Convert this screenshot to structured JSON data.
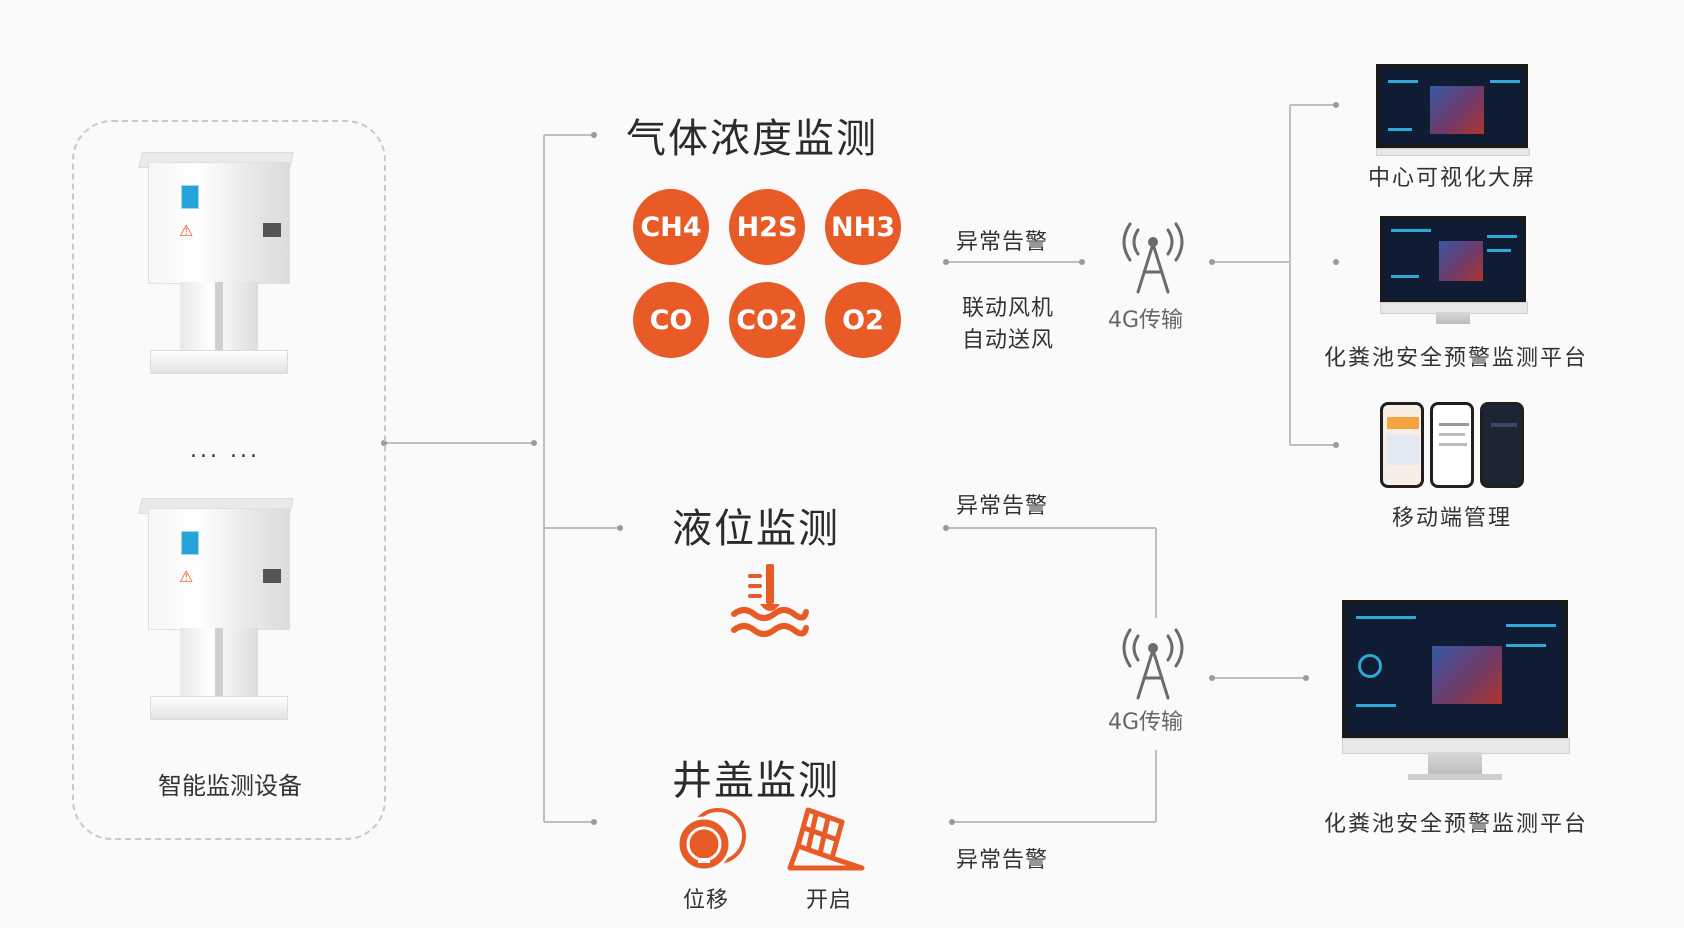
{
  "device": {
    "label": "智能监测设备",
    "ellipsis": "... ..."
  },
  "gas_section": {
    "title": "气体浓度监测",
    "gases": [
      "CH4",
      "H2S",
      "NH3",
      "CO",
      "CO2",
      "O2"
    ],
    "alarm": "异常告警",
    "linkage_line1": "联动风机",
    "linkage_line2": "自动送风",
    "transmission": "4G传输"
  },
  "level_section": {
    "title": "液位监测",
    "alarm": "异常告警"
  },
  "cover_section": {
    "title": "井盖监测",
    "alarm": "异常告警",
    "displacement": "位移",
    "opening": "开启",
    "transmission": "4G传输"
  },
  "outputs_top": {
    "big_screen": "中心可视化大屏",
    "platform": "化粪池安全预警监测平台",
    "mobile": "移动端管理"
  },
  "outputs_bottom": {
    "platform": "化粪池安全预警监测平台"
  },
  "colors": {
    "accent": "#e85b27",
    "line": "#bfbfbf",
    "text": "#333333"
  }
}
